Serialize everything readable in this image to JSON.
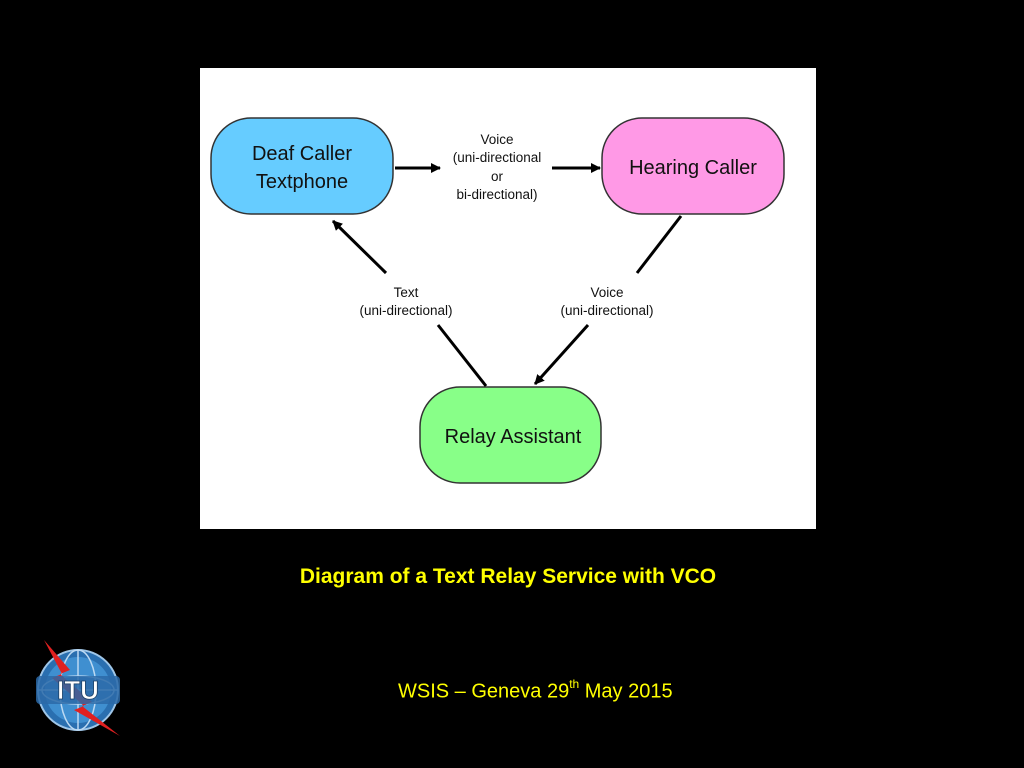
{
  "colors": {
    "background": "#000000",
    "caption": "#ffff00",
    "panel": "#ffffff",
    "deaf_caller_fill": "#66ccff",
    "hearing_caller_fill": "#ff99e6",
    "relay_assistant_fill": "#88ff88"
  },
  "diagram": {
    "nodes": {
      "deaf_caller": {
        "line1": "Deaf Caller",
        "line2": "Textphone",
        "icon": "rounded-rectangle"
      },
      "hearing_caller": {
        "label": "Hearing Caller"
      },
      "relay_assistant": {
        "label": "Relay Assistant"
      }
    },
    "edges": {
      "top": {
        "line1": "Voice",
        "line2": "(uni-directional",
        "line3": "or",
        "line4": "bi-directional)"
      },
      "left": {
        "line1": "Text",
        "line2": "(uni-directional)"
      },
      "right": {
        "line1": "Voice",
        "line2": "(uni-directional)"
      }
    }
  },
  "caption": "Diagram of a Text Relay Service with VCO",
  "footer": {
    "prefix": "WSIS – Geneva 29",
    "superscript": "th",
    "suffix": " May 2015"
  },
  "logo": {
    "text": "ITU",
    "icon": "itu-globe-logo"
  }
}
